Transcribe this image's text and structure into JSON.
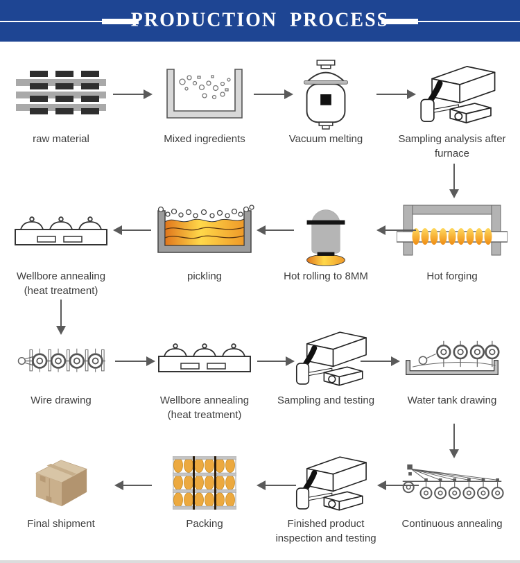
{
  "header": {
    "title": "PRODUCTION PROCESS",
    "bg_color": "#1e4593",
    "text_color": "#ffffff",
    "decor_color": "#ffffff"
  },
  "flow": {
    "arrow_color": "#5a5a5a",
    "label_color": "#3d3d3d",
    "rows": [
      {
        "direction": "left-to-right",
        "steps": [
          {
            "label": "raw material",
            "icon": "raw-material-icon"
          },
          {
            "label": "Mixed ingredients",
            "icon": "mixing-tub-icon"
          },
          {
            "label": "Vacuum melting",
            "icon": "vacuum-vessel-icon"
          },
          {
            "label": "Sampling analysis after furnace",
            "icon": "sampling-machine-icon"
          }
        ]
      },
      {
        "direction": "right-to-left",
        "steps": [
          {
            "label": "Hot forging",
            "icon": "hot-forging-furnace-icon"
          },
          {
            "label": "Hot rolling to 8MM",
            "icon": "hot-rolling-mill-icon"
          },
          {
            "label": "pickling",
            "icon": "pickling-bath-icon"
          },
          {
            "label": "Wellbore annealing (heat treatment)",
            "icon": "annealing-furnace-icon"
          }
        ]
      },
      {
        "direction": "left-to-right",
        "steps": [
          {
            "label": "Wire drawing",
            "icon": "wire-drawing-machine-icon"
          },
          {
            "label": "Wellbore annealing (heat treatment)",
            "icon": "annealing-furnace-icon"
          },
          {
            "label": "Sampling and testing",
            "icon": "sampling-machine-icon"
          },
          {
            "label": "Water tank drawing",
            "icon": "water-tank-drawing-icon"
          }
        ]
      },
      {
        "direction": "right-to-left",
        "steps": [
          {
            "label": "Continuous annealing",
            "icon": "continuous-annealing-icon"
          },
          {
            "label": "Finished product inspection and testing",
            "icon": "sampling-machine-icon"
          },
          {
            "label": "Packing",
            "icon": "coil-rack-icon"
          },
          {
            "label": "Final shipment",
            "icon": "shipping-box-icon"
          }
        ]
      }
    ]
  }
}
